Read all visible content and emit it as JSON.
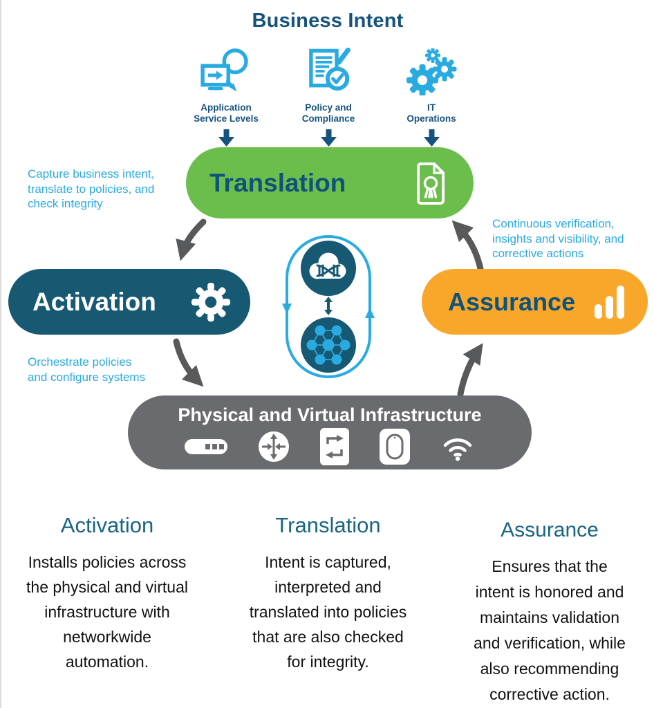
{
  "page": {
    "title": "Business Intent"
  },
  "inputs": [
    {
      "label": "Application\nService Levels",
      "icon": "application-service-levels-icon"
    },
    {
      "label": "Policy and\nCompliance",
      "icon": "policy-compliance-icon"
    },
    {
      "label": "IT\nOperations",
      "icon": "it-operations-icon"
    }
  ],
  "pills": {
    "translation": {
      "label": "Translation",
      "icon": "certificate-icon",
      "color": "#6CBE4C"
    },
    "activation": {
      "label": "Activation",
      "icon": "gear-icon",
      "color": "#175873"
    },
    "assurance": {
      "label": "Assurance",
      "icon": "bar-chart-icon",
      "color": "#F9A72B"
    },
    "infrastructure": {
      "label": "Physical and Virtual Infrastructure",
      "icons": [
        "server-icon",
        "router-icon",
        "switch-icon",
        "access-point-icon",
        "wifi-icon"
      ],
      "color": "#6A6B6E"
    }
  },
  "captions": {
    "translation": "Capture business intent,\ntranslate to policies, and\ncheck integrity",
    "activation": "Orchestrate policies\nand configure systems",
    "assurance": "Continuous verification,\ninsights and visibility, and\ncorrective actions"
  },
  "columns": [
    {
      "heading": "Activation",
      "body": "Installs policies across\nthe physical and virtual\ninfrastructure with\nnetworkwide\nautomation."
    },
    {
      "heading": "Translation",
      "body": "Intent is captured,\ninterpreted and\ntranslated into policies\nthat are also checked\nfor integrity."
    },
    {
      "heading": "Assurance",
      "body": "Ensures that the\nintent is honored and\nmaintains validation\nand verification, while\nalso recommending\ncorrective action."
    }
  ],
  "colors": {
    "dark_blue": "#15537E",
    "teal_heading": "#1A6584",
    "light_blue": "#29ABE2",
    "green": "#6CBE4C",
    "navy": "#175873",
    "orange": "#F9A72B",
    "gray": "#6A6B6E",
    "arrow_gray": "#58595B"
  }
}
